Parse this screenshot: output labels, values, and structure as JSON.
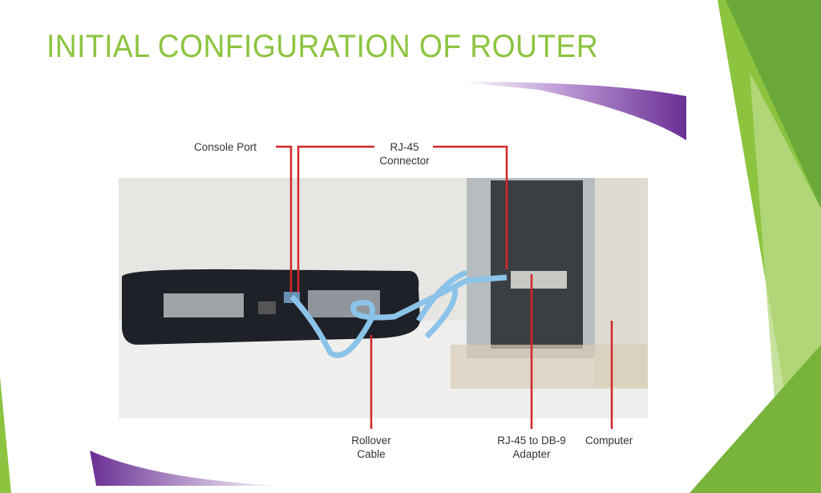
{
  "slide": {
    "title": "INITIAL CONFIGURATION OF ROUTER"
  },
  "figure": {
    "labels": {
      "console_port": "Console Port",
      "rj45_line1": "RJ-45",
      "rj45_line2": "Connector",
      "rollover_line1": "Rollover",
      "rollover_line2": "Cable",
      "adapter_line1": "RJ-45 to DB-9",
      "adapter_line2": "Adapter",
      "computer": "Computer"
    }
  },
  "colors": {
    "title": "#8cc43f",
    "callout": "#d3262b",
    "accent_purple": "#7b3fa0",
    "accent_green": "#6aa83a"
  }
}
